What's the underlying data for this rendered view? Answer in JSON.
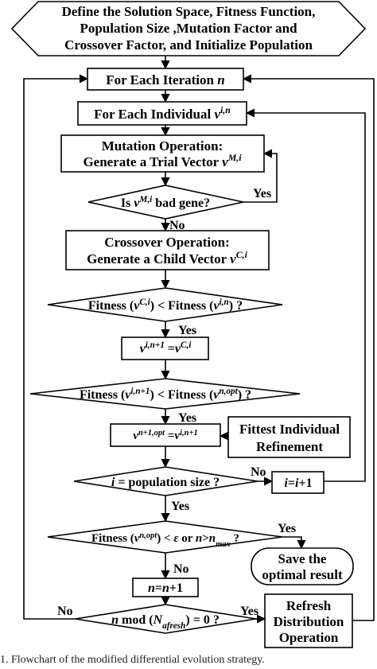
{
  "steps": {
    "init": [
      "Define the Solution Space, Fitness Function,",
      "Population Size ,Mutation Factor and",
      "Crossover Factor, and Initialize Population"
    ],
    "iter_loop": "For Each Iteration n",
    "ind_loop": "For Each Individual v^{i,n}",
    "mutation": [
      "Mutation Operation:",
      "Generate a Trial Vector v^{M,i}"
    ],
    "bad_gene": "Is v^{M,i} bad gene?",
    "crossover": [
      "Crossover Operation:",
      "Generate a Child Vector v^{C,i}"
    ],
    "fitness_child": "Fitness (v^{C,i}) < Fitness (v^{i,n}) ?",
    "assign_child": "v^{i,n+1} =v^{C,i}",
    "fitness_opt": "Fitness (v^{i,n+1}) < Fitness (v^{n,opt}) ?",
    "assign_opt": "v^{n+1,opt} =v^{i,n+1}",
    "refinement": [
      "Fittest Individual",
      "Refinement"
    ],
    "pop_size": "i = population size ?",
    "inc_i": "i=i+1",
    "stop_check": "Fitness (v^{n,opt}) < ε or n>n_{max} ?",
    "save": [
      "Save the",
      "optimal result"
    ],
    "inc_n": "n=n+1",
    "refresh_check": "n mod (N_{afresh}) = 0 ?",
    "refresh": [
      "Refresh",
      "Distribution",
      "Operation"
    ]
  },
  "labels": {
    "yes": "Yes",
    "no": "No"
  },
  "caption": "1.   Flowchart of the modified differential evolution strategy."
}
